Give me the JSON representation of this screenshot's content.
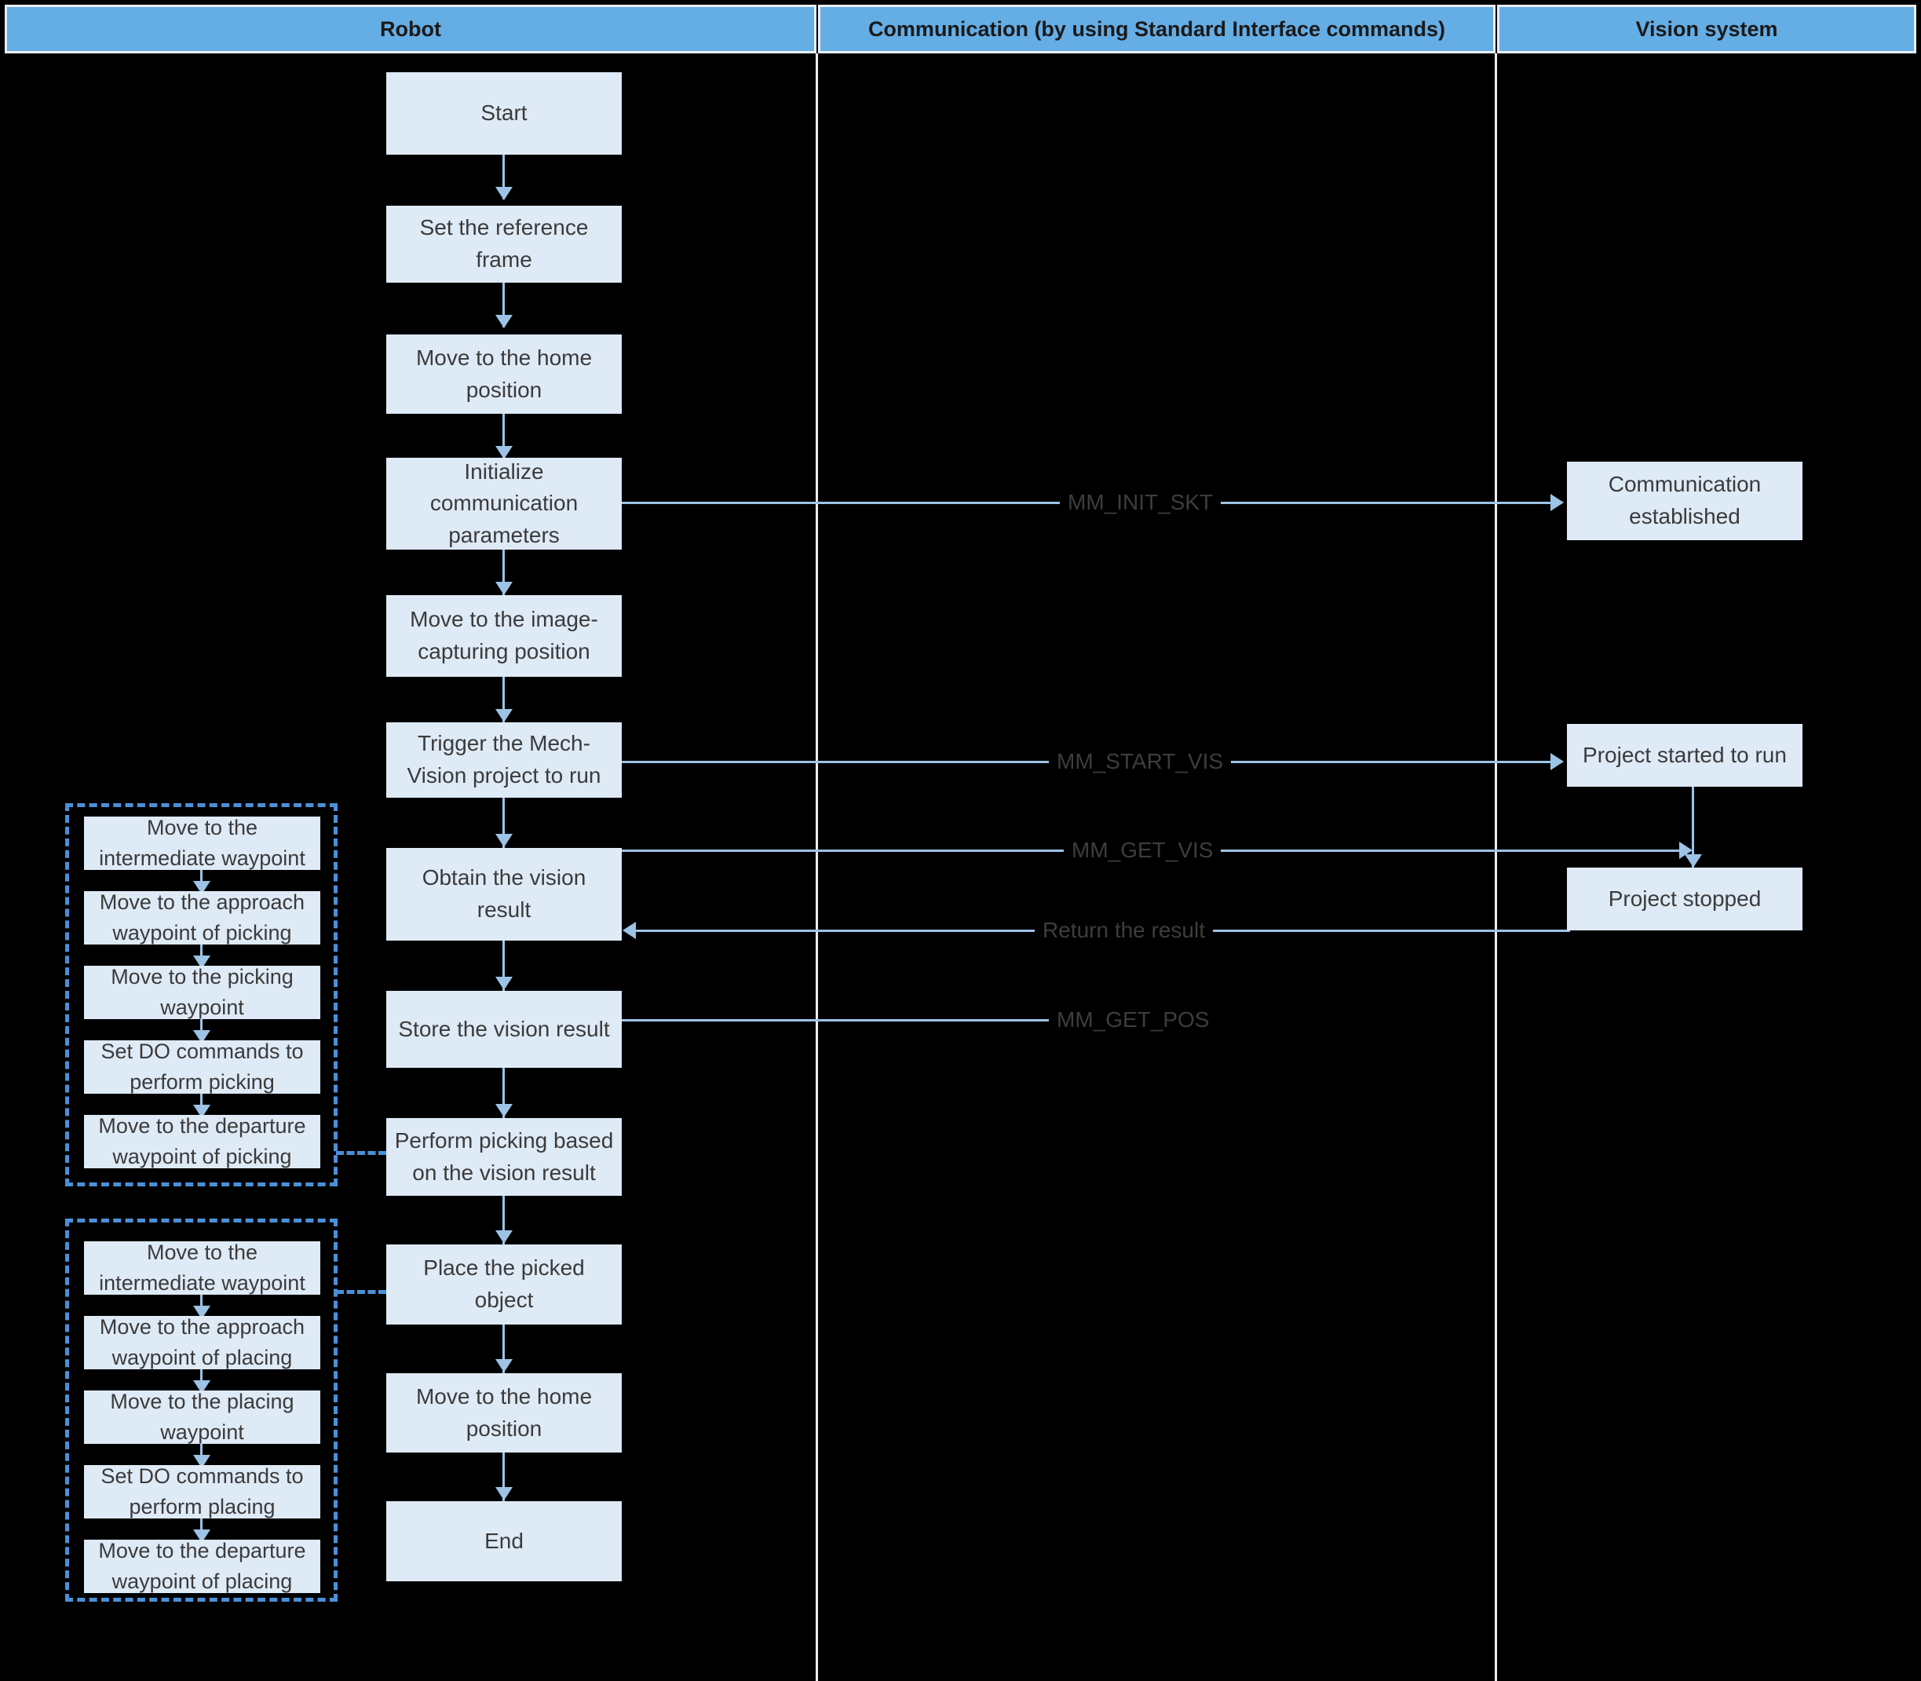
{
  "lanes": [
    {
      "id": "robot",
      "title": "Robot"
    },
    {
      "id": "communication",
      "title": "Communication (by using Standard Interface commands)"
    },
    {
      "id": "vision",
      "title": "Vision system"
    }
  ],
  "robot_steps": [
    {
      "id": "start",
      "label": "Start"
    },
    {
      "id": "set-ref-frame",
      "label": "Set the reference frame"
    },
    {
      "id": "move-home-1",
      "label": "Move to the home position"
    },
    {
      "id": "init-comm",
      "label": "Initialize communication parameters"
    },
    {
      "id": "move-capture",
      "label": "Move to the image-capturing position"
    },
    {
      "id": "trigger-project",
      "label": "Trigger the Mech-Vision project to run"
    },
    {
      "id": "obtain-result",
      "label": "Obtain the vision result"
    },
    {
      "id": "store-result",
      "label": "Store the vision result"
    },
    {
      "id": "perform-picking",
      "label": "Perform picking based on the vision result"
    },
    {
      "id": "place-object",
      "label": "Place the picked object"
    },
    {
      "id": "move-home-2",
      "label": "Move to the home position"
    },
    {
      "id": "end",
      "label": "End"
    }
  ],
  "vision_steps": [
    {
      "id": "comm-established",
      "label": "Communication established"
    },
    {
      "id": "project-started",
      "label": "Project started to run"
    },
    {
      "id": "project-stopped",
      "label": "Project stopped"
    }
  ],
  "messages": [
    {
      "id": "mm-init-skt",
      "label": "MM_INIT_SKT"
    },
    {
      "id": "mm-start-vis",
      "label": "MM_START_VIS"
    },
    {
      "id": "mm-get-vis",
      "label": "MM_GET_VIS"
    },
    {
      "id": "return-result",
      "label": "Return the result"
    },
    {
      "id": "mm-get-pos",
      "label": "MM_GET_POS"
    }
  ],
  "picking_group": {
    "id": "picking-sequence",
    "steps": [
      {
        "id": "pick-intermediate",
        "label": "Move to the intermediate waypoint"
      },
      {
        "id": "pick-approach",
        "label": "Move to the approach waypoint of picking"
      },
      {
        "id": "pick-waypoint",
        "label": "Move to the picking waypoint"
      },
      {
        "id": "pick-do",
        "label": "Set DO commands to perform picking"
      },
      {
        "id": "pick-departure",
        "label": "Move to the departure waypoint of picking"
      }
    ]
  },
  "placing_group": {
    "id": "placing-sequence",
    "steps": [
      {
        "id": "place-intermediate",
        "label": "Move to the intermediate waypoint"
      },
      {
        "id": "place-approach",
        "label": "Move to the approach waypoint of placing"
      },
      {
        "id": "place-waypoint",
        "label": "Move to the placing waypoint"
      },
      {
        "id": "place-do",
        "label": "Set DO commands to perform placing"
      },
      {
        "id": "place-departure",
        "label": "Move to the departure waypoint of placing"
      }
    ]
  },
  "colors": {
    "header_blue": "#65ade5",
    "box_fill": "#deeaf6",
    "connector_blue": "#9dc3e6",
    "dashed_blue": "#4a90d9",
    "background": "#000000",
    "separator": "#e8eef4"
  }
}
